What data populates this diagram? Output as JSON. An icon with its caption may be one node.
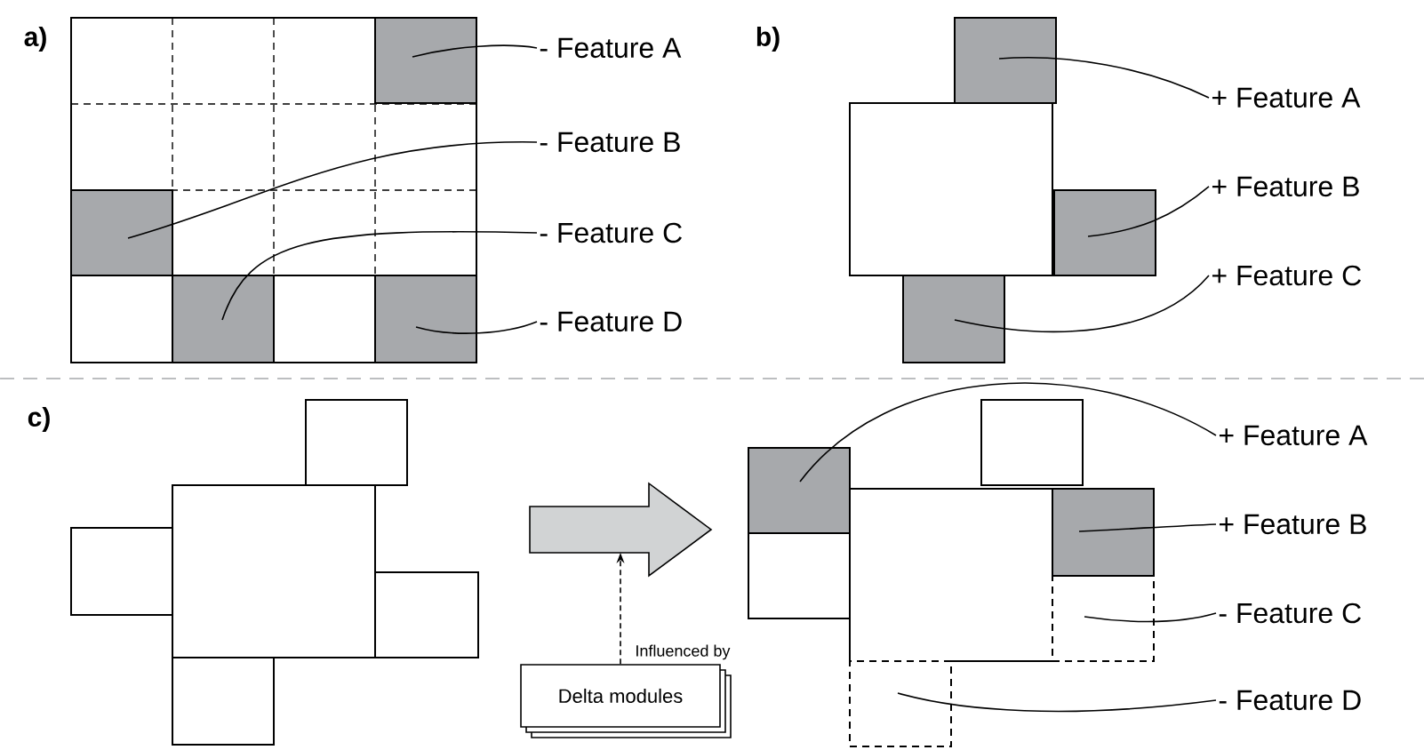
{
  "diagram": {
    "nodes": [
      {
        "text": [],
        "shape": "box"
      },
      {
        "text": [
          "- Feature A"
        ]
      },
      {
        "text": [],
        "shape": "box"
      },
      {
        "text": [
          "- Feature B"
        ]
      },
      {
        "text": [],
        "shape": "box"
      },
      {
        "text": [
          "- Feature C"
        ]
      },
      {
        "text": [],
        "shape": "box"
      },
      {
        "text": [
          "- Feature D"
        ]
      },
      {
        "text": [],
        "shape": "box"
      },
      {
        "text": [
          "+ Feature A"
        ]
      },
      {
        "text": [],
        "shape": "box"
      },
      {
        "text": [
          "+ Feature B"
        ]
      },
      {
        "text": [],
        "shape": "box"
      },
      {
        "text": [
          "+ Feature C"
        ]
      },
      {
        "text": [],
        "shape": "arrow"
      },
      {
        "text": [
          "Delta modules"
        ]
      },
      {
        "text": [],
        "shape": "box"
      },
      {
        "text": [
          "+ Feature A"
        ]
      },
      {
        "text": [],
        "shape": "box"
      },
      {
        "text": [
          "+ Feature B"
        ]
      },
      {
        "text": [],
        "shape": "box"
      },
      {
        "text": [
          "- Feature C"
        ]
      },
      {
        "text": [],
        "shape": "box"
      },
      {
        "text": [
          "- Feature D"
        ]
      },
      {
        "text": [],
        "shape": "box"
      },
      {
        "text": [],
        "shape": "box"
      },
      {
        "text": [],
        "shape": "box"
      },
      {
        "text": [],
        "shape": "box"
      },
      {
        "text": [],
        "shape": "box"
      },
      {
        "text": [],
        "shape": "box"
      },
      {
        "text": [],
        "shape": "box"
      },
      {
        "text": [],
        "shape": "box"
      },
      {
        "text": [],
        "shape": "box"
      }
    ],
    "edges": [
      {
        "from": 1,
        "to": 0,
        "arrow": "none"
      },
      {
        "from": 3,
        "to": 2,
        "arrow": "none"
      },
      {
        "from": 5,
        "to": 4,
        "arrow": "none"
      },
      {
        "from": 7,
        "to": 6,
        "arrow": "none"
      },
      {
        "from": 9,
        "to": 8,
        "arrow": "none"
      },
      {
        "from": 11,
        "to": 10,
        "arrow": "none"
      },
      {
        "from": 13,
        "to": 12,
        "arrow": "none"
      },
      {
        "from": 17,
        "to": 16,
        "arrow": "none"
      },
      {
        "from": 19,
        "to": 18,
        "arrow": "none"
      },
      {
        "from": 21,
        "to": 20,
        "arrow": "none"
      },
      {
        "from": 23,
        "to": 22,
        "arrow": "none"
      },
      {
        "from": 15,
        "to": 14,
        "arrow": "to",
        "style": "dashed",
        "label": "Influenced by"
      }
    ],
    "labels": [
      "a)",
      "b)",
      "c)"
    ]
  }
}
